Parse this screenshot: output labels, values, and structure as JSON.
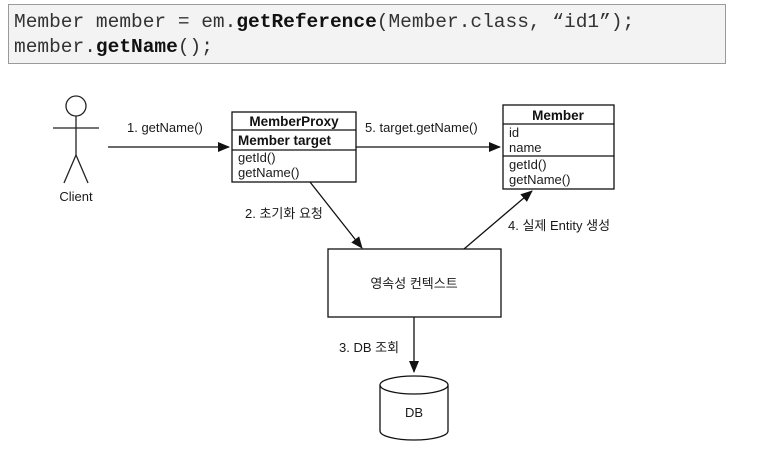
{
  "code": {
    "line1": {
      "pre": "Member member = em.",
      "method": "getReference",
      "post": "(Member.class, “id1”);"
    },
    "line2": {
      "pre": "member.",
      "method": "getName",
      "post": "();"
    }
  },
  "diagram": {
    "client": {
      "label": "Client"
    },
    "proxy": {
      "title": "MemberProxy",
      "field": "Member target",
      "methods": [
        "getId()",
        "getName()"
      ]
    },
    "member": {
      "title": "Member",
      "fields": [
        "id",
        "name"
      ],
      "methods": [
        "getId()",
        "getName()"
      ]
    },
    "context": {
      "label": "영속성 컨텍스트"
    },
    "db": {
      "label": "DB"
    },
    "steps": {
      "s1": "1. getName()",
      "s2": "2. 초기화 요청",
      "s3": "3. DB 조회",
      "s4": "4. 실제 Entity 생성",
      "s5": "5. target.getName()"
    }
  }
}
